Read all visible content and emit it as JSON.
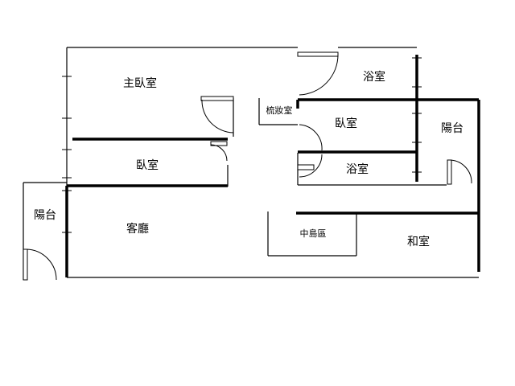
{
  "rooms": {
    "master_bedroom": "主臥室",
    "bath_top": "浴室",
    "dressing_room": "梳妝室",
    "bedroom_right": "臥室",
    "balcony_right": "陽台",
    "bath_mid": "浴室",
    "bedroom_left": "臥室",
    "balcony_left": "陽台",
    "living_room": "客廳",
    "kitchen_island": "中島區",
    "japanese_room": "和室"
  }
}
